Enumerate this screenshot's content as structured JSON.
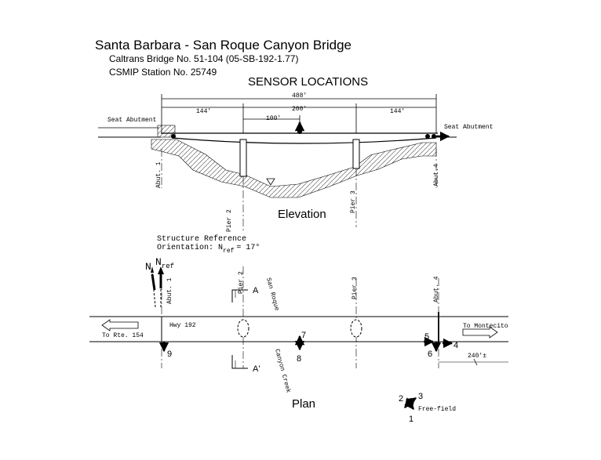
{
  "header": {
    "title": "Santa Barbara - San Roque Canyon Bridge",
    "bridge_no": "Caltrans Bridge No. 51-104 (05-SB-192-1.77)",
    "station_no": "CSMIP Station No. 25749",
    "subtitle": "SENSOR LOCATIONS"
  },
  "elevation": {
    "title": "Elevation",
    "dims": {
      "total": "488'",
      "left_span": "144'",
      "mid_span": "200'",
      "right_span": "144'",
      "offset": "100'"
    },
    "labels": {
      "seat_abutment_left": "Seat Abutment",
      "seat_abutment_right": "Seat Abutment",
      "abut1": "Abut. 1",
      "abut4": "Abut.4",
      "pier2": "Pier 2",
      "pier3": "Pier 3"
    }
  },
  "orientation": {
    "line1": "Structure Reference",
    "line2": "Orientation: N",
    "ref_sub": "ref",
    "line2_end": "=  17°",
    "north": "N",
    "north_ref": "N",
    "north_ref_sub": "ref"
  },
  "plan": {
    "title": "Plan",
    "labels": {
      "hwy": "Hwy 192",
      "to_left": "To Rte. 154",
      "to_right": "To Montecito",
      "abut1": "Abut. 1",
      "abut4": "Abut. 4",
      "pier2": "Pier 2",
      "pier3": "Pier 3",
      "creek1": "San Roque",
      "creek2": "Canyon Creek",
      "section_a": "A",
      "section_a_prime": "A'",
      "dist": "240'±",
      "free_field": "Free-field"
    },
    "sensors": [
      "1",
      "2",
      "3",
      "4",
      "5",
      "6",
      "7",
      "8",
      "9"
    ]
  }
}
